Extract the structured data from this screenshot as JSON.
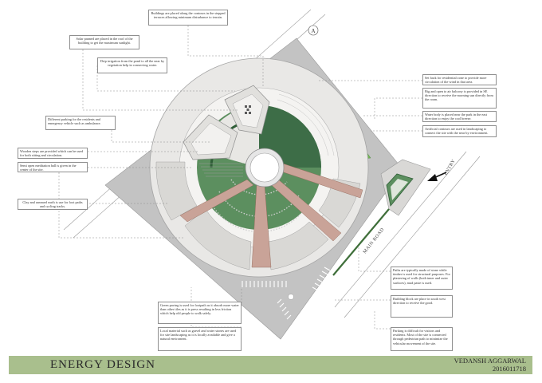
{
  "north_symbol": "A",
  "road_label": "MAIN ROAD",
  "entry_label": "ENTRY",
  "annotations": [
    {
      "id": "buildings",
      "text": "Buildings are placed along the contours in the stepped terraces allowing minimum disturbance to terrain."
    },
    {
      "id": "solar",
      "text": "Solar panned are placed in the roof of the building to get the maximum sunlight."
    },
    {
      "id": "drip",
      "text": "Drip irrigation from the pond to all the near by vegetation help in conserving water."
    },
    {
      "id": "parking-residents",
      "text": "Different parking for the residents and emergency vehicle such as ambulance."
    },
    {
      "id": "wooden-steps",
      "text": "Wooden steps are provided which can be used for both sitting and circulation."
    },
    {
      "id": "meditation",
      "text": "Semi open meditation hall is given in the center of the site."
    },
    {
      "id": "clay",
      "text": "Clay and rammed earth is use for foot paths and cycling tracks."
    },
    {
      "id": "setback",
      "text": "Set back for residential zone to provide more circulation of the wind in that area."
    },
    {
      "id": "big-balcony",
      "text": "Big and open to air balcony is provided in SE direction to receive the morning sun directly from the room."
    },
    {
      "id": "water-body",
      "text": "Water body is placed near the park in the east direction to enjoy the cool breeze."
    },
    {
      "id": "contours",
      "text": "Artificial contours are used in landscaping to connect the site with the near by environment."
    },
    {
      "id": "paths",
      "text": "Paths are typically made of stone while timber is used for structural purposes. For plastering of walls (both inner and outer surfaces), mud paste is used."
    },
    {
      "id": "building-block",
      "text": "Building block are place in south west direction to receive the good."
    },
    {
      "id": "green-paving",
      "text": "Green paving is used for footpath as it absorb more water than other tiles as it is press resulting in less friction which help old people to walk safely."
    },
    {
      "id": "local-material",
      "text": "Local material such as gravel and water stones are used for site landscaping as it is locally available and give a natural enviroment."
    },
    {
      "id": "parking-visitors",
      "text": "Parking is difficult for visitors and residents. Most of the site is connected through pedestrian path to minimize the vehicular movement of the site."
    }
  ],
  "footer": {
    "title": "ENERGY DESIGN",
    "author_name": "VEDANSH AGGARWAL",
    "author_id": "2016011718"
  },
  "colors": {
    "site": "#c3c3c3",
    "grass": "#5c8f5f",
    "tree_canopy": "#6fb04e",
    "water": "#bfe0e6",
    "brick": "#c9a398",
    "timber": "#a86f52",
    "footer_band": "#a9bf8d"
  }
}
